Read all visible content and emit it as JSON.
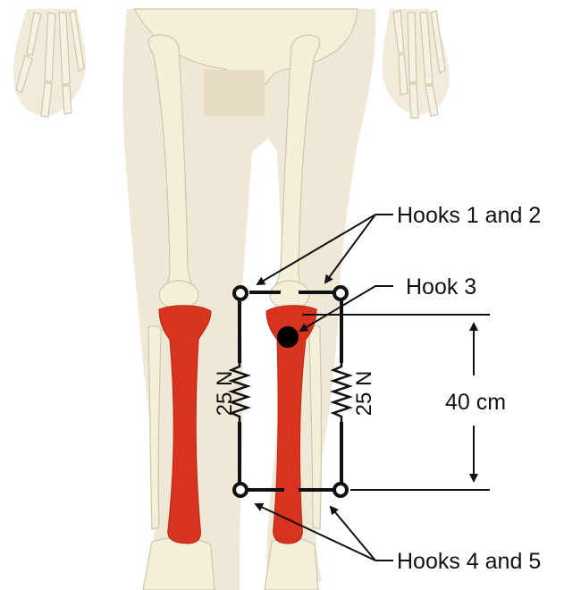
{
  "labels": {
    "hooks_1_2": "Hooks 1 and 2",
    "hook_3": "Hook 3",
    "hooks_4_5": "Hooks 4 and 5",
    "distance": "40 cm",
    "spring_left": "25 N",
    "spring_right": "25 N"
  },
  "colors": {
    "skin": "#efe8d6",
    "bone": "#f3efd9",
    "tibia_highlight": "#d8331f",
    "line": "#111111"
  }
}
